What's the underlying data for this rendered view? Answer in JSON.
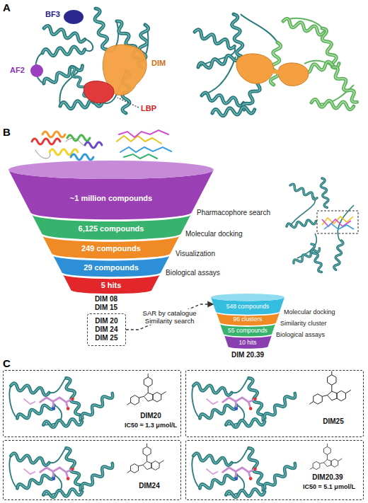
{
  "diagram": {
    "nodes": [
      {
        "text": [
          "~1 million compounds"
        ]
      },
      {
        "text": [
          "6,125 compounds"
        ]
      },
      {
        "text": [
          "249 compounds"
        ]
      },
      {
        "text": [
          "29 compounds"
        ]
      },
      {
        "text": [
          "5 hits"
        ]
      },
      {
        "text": [
          "DIM 20",
          "DIM 24",
          "DIM 25"
        ]
      },
      {
        "text": [
          "548 compounds"
        ]
      },
      {
        "text": [
          "96 clusters"
        ]
      },
      {
        "text": [
          "55 compounds"
        ]
      },
      {
        "text": [
          "10 hits"
        ]
      },
      {
        "text": [
          "DIM20",
          "IC50 = 1.3 μmol/L"
        ]
      },
      {
        "text": [
          "DIM25"
        ]
      },
      {
        "text": [
          "DIM24"
        ]
      },
      {
        "text": [
          "DIM20.39",
          "IC50 = 5.1 μmol/L"
        ]
      }
    ],
    "edges": [
      {
        "from": 5,
        "to": 6,
        "arrow": "to",
        "label": "SAR by catalogue Similarity search"
      }
    ],
    "labels": [
      "A",
      "BF3",
      "AF2",
      "DIM",
      "LBP",
      "B",
      "Pharmacophore search",
      "Molecular docking",
      "Visualization",
      "Biological assays",
      "DIM 08",
      "DIM 15",
      "Molecular docking",
      "Similarity cluster",
      "Biological assays",
      "DIM 20.39",
      "C"
    ]
  }
}
